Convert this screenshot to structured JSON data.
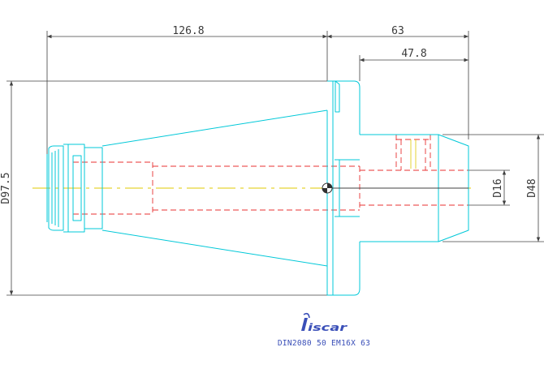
{
  "colors": {
    "outline": "#00c8d8",
    "hidden": "#e83030",
    "center": "#e0c800",
    "dimension": "#404040",
    "brand": "#3a4fb8"
  },
  "dimensions": {
    "length_overall": "126.8",
    "gauge_length": "63",
    "projection": "47.8",
    "flange_diameter": "D97.5",
    "bore_diameter": "D16",
    "body_diameter": "D48"
  },
  "brand": {
    "logo_text": "iscar",
    "logo_icon": "iscar-logo-icon"
  },
  "caption": {
    "designation": "DIN2080 50 EM16X 63"
  }
}
